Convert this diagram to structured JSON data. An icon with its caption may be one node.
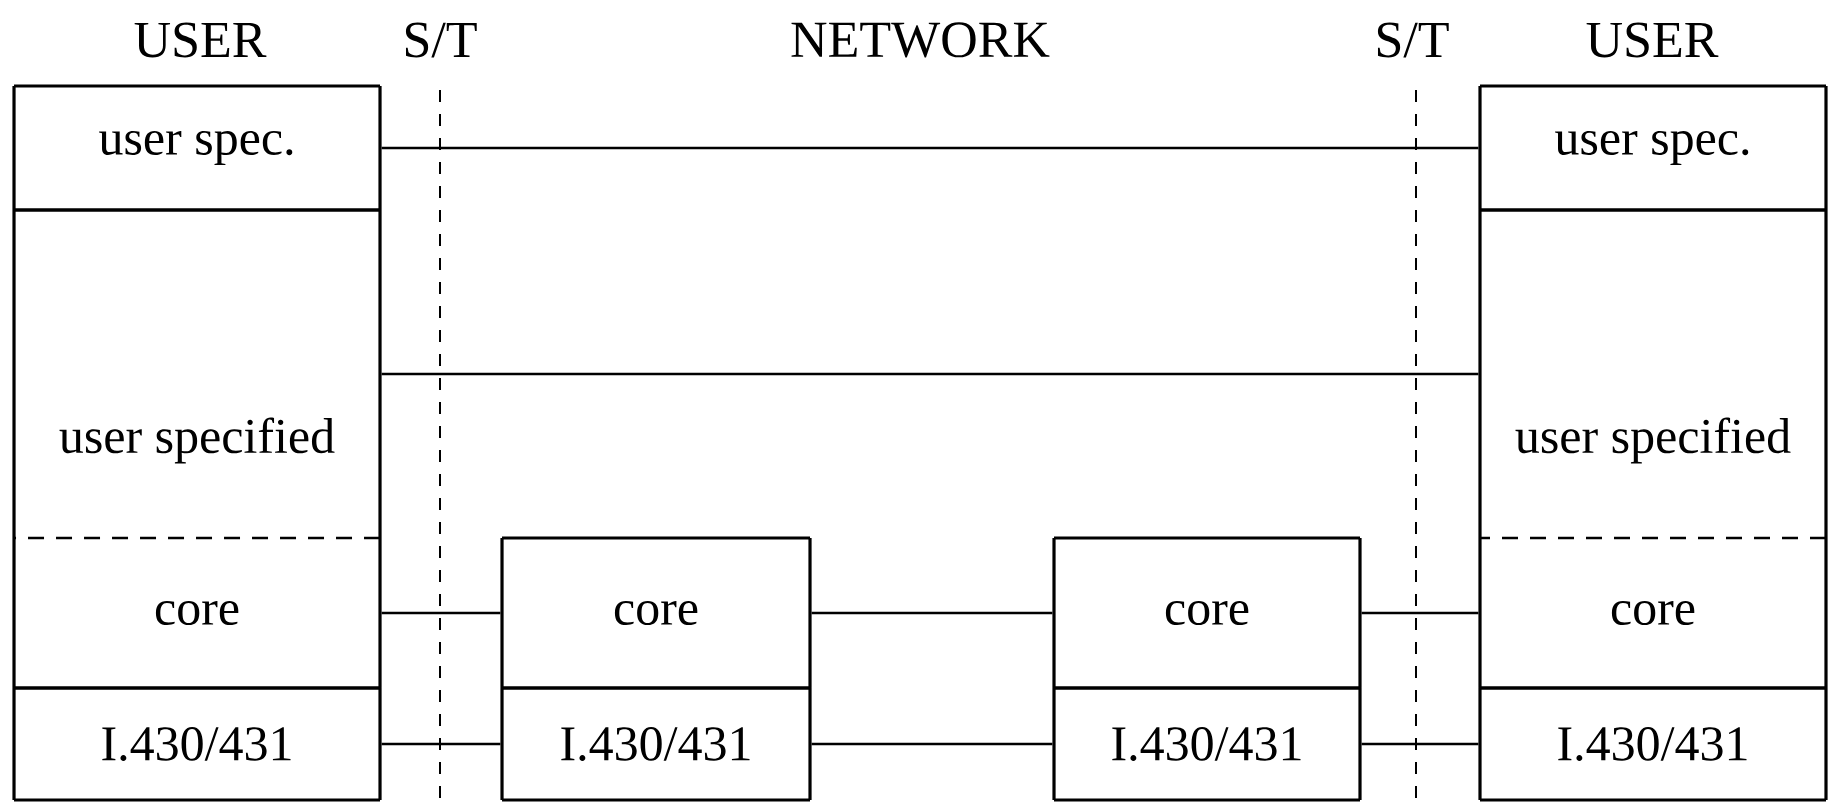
{
  "diagram": {
    "nodes": [
      {
        "text": [
          "user spec."
        ]
      },
      {
        "text": [
          "user specified"
        ]
      },
      {
        "text": [
          "core"
        ]
      },
      {
        "text": [
          "I.430/431"
        ]
      },
      {
        "text": [
          "core"
        ]
      },
      {
        "text": [
          "I.430/431"
        ]
      },
      {
        "text": [
          "core"
        ]
      },
      {
        "text": [
          "I.430/431"
        ]
      },
      {
        "text": [
          "user spec."
        ]
      },
      {
        "text": [
          "user specified"
        ]
      },
      {
        "text": [
          "core"
        ]
      },
      {
        "text": [
          "I.430/431"
        ]
      }
    ],
    "edges": [
      {
        "from": 0,
        "to": 8,
        "arrow": "none"
      },
      {
        "from": 1,
        "to": 9,
        "arrow": "none"
      },
      {
        "from": 2,
        "to": 4,
        "arrow": "none"
      },
      {
        "from": 4,
        "to": 6,
        "arrow": "none"
      },
      {
        "from": 6,
        "to": 10,
        "arrow": "none"
      },
      {
        "from": 3,
        "to": 5,
        "arrow": "none"
      },
      {
        "from": 5,
        "to": 7,
        "arrow": "none"
      },
      {
        "from": 7,
        "to": 11,
        "arrow": "none"
      }
    ],
    "labels": [
      "USER",
      "S/T",
      "NETWORK",
      "S/T",
      "USER"
    ]
  }
}
